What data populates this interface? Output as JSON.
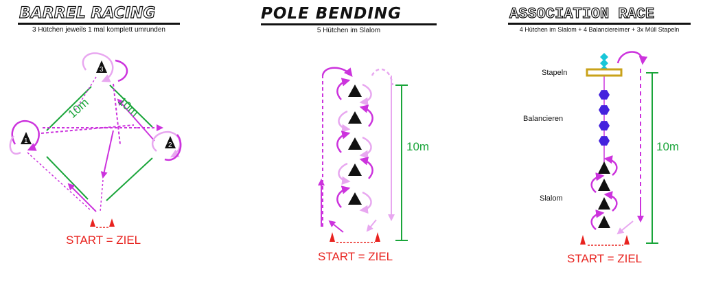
{
  "barrel": {
    "title": "BARREL RACING",
    "subtitle": "3 Hütchen jeweils 1 mal komplett umrunden",
    "start": "START = ZIEL",
    "dist_a": "10m",
    "dist_b": "10m",
    "cones": [
      "1",
      "2",
      "3"
    ]
  },
  "pole": {
    "title": "POLE BENDING",
    "subtitle": "5 Hütchen im Slalom",
    "start": "START = ZIEL",
    "dist": "10m"
  },
  "assoc": {
    "title": "ASSOCIATION RACE",
    "subtitle": "4 Hütchen im Slalom + 4 Balanciereimer + 3x Müll Stapeln",
    "start": "START = ZIEL",
    "dist": "10m",
    "stage_stack": "Stapeln",
    "stage_balance": "Balancieren",
    "stage_slalom": "Slalom"
  },
  "colors": {
    "pink": "#cc33dd",
    "light_pink": "#e8a7f0",
    "green": "#1aa53a",
    "red": "#e8231f",
    "blue": "#4422dd",
    "cyan": "#18c6d8",
    "gold": "#c9a21a"
  }
}
